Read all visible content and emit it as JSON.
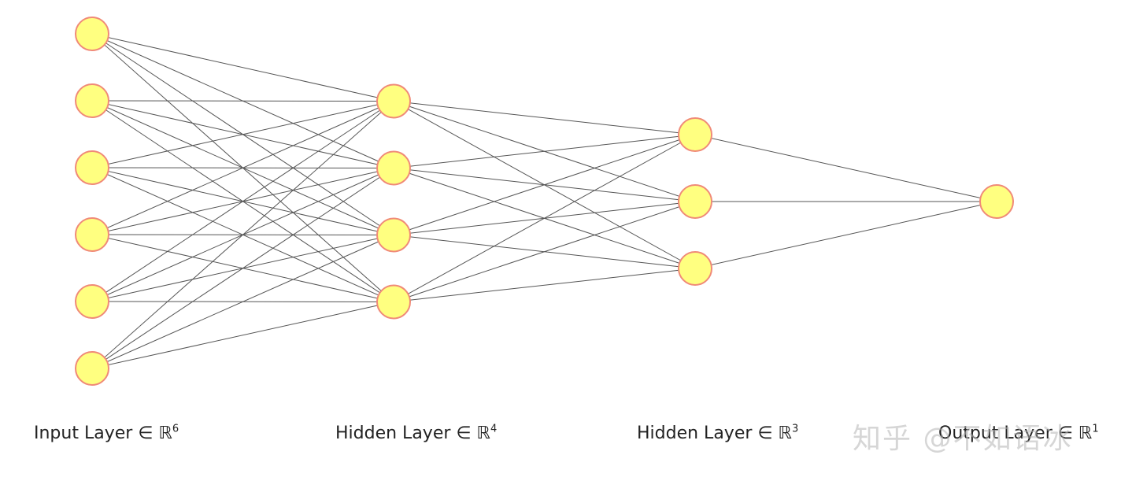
{
  "colors": {
    "node_fill": "#ffff80",
    "node_stroke": "#f08a78",
    "edge": "#555555",
    "watermark": "#b4b4b4"
  },
  "layers": [
    {
      "size": 6,
      "label_text": "Input Layer ∈ ℝ",
      "exponent": "6"
    },
    {
      "size": 4,
      "label_text": "Hidden Layer ∈ ℝ",
      "exponent": "4"
    },
    {
      "size": 3,
      "label_text": "Hidden Layer ∈ ℝ",
      "exponent": "3"
    },
    {
      "size": 1,
      "label_text": "Output Layer ∈ ℝ",
      "exponent": "1"
    }
  ],
  "watermark": "知乎 @不如语冰"
}
